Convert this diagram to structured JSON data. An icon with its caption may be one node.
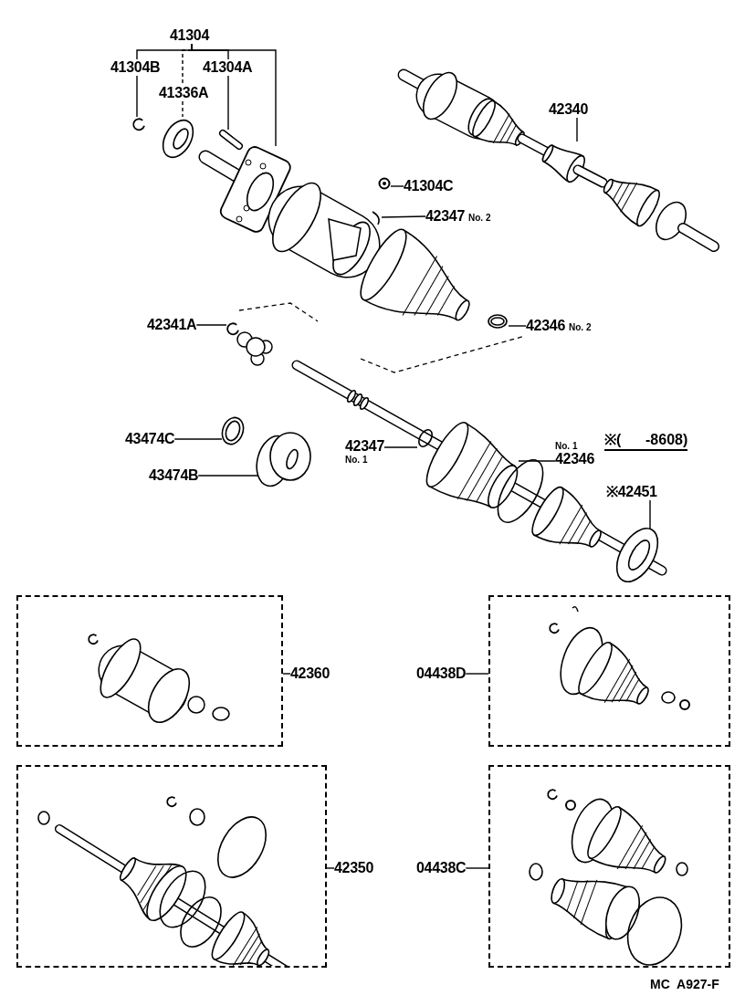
{
  "diagram": {
    "nodes": [
      {
        "text": [
          "41304"
        ]
      },
      {
        "text": [
          "41304B"
        ]
      },
      {
        "text": [
          "41304A"
        ]
      },
      {
        "text": [
          "41336A"
        ]
      },
      {
        "text": [
          "42340"
        ]
      },
      {
        "text": [
          "41304C"
        ]
      },
      {
        "text": [
          "42347",
          "No. 2"
        ]
      },
      {
        "text": [
          "42341A"
        ]
      },
      {
        "text": [
          "42346",
          "No. 2"
        ]
      },
      {
        "text": [
          "43474C"
        ]
      },
      {
        "text": [
          "42347",
          "No. 1"
        ]
      },
      {
        "text": [
          "No. 1",
          "42346"
        ]
      },
      {
        "text": [
          "※42451"
        ]
      },
      {
        "text": [
          "43474B"
        ]
      },
      {
        "text": [],
        "shape": "box"
      },
      {
        "text": [
          "42360"
        ]
      },
      {
        "text": [
          "04438D"
        ]
      },
      {
        "text": [],
        "shape": "box"
      },
      {
        "text": [],
        "shape": "box"
      },
      {
        "text": [
          "42350"
        ]
      },
      {
        "text": [
          "04438C"
        ]
      },
      {
        "text": [],
        "shape": "box"
      },
      {
        "text": [],
        "shape": "picture"
      },
      {
        "text": [],
        "shape": "picture"
      },
      {
        "text": [],
        "shape": "circle"
      }
    ],
    "edges": [
      {
        "from": 0,
        "to": 1,
        "arrow": "none"
      },
      {
        "from": 0,
        "to": 3,
        "arrow": "none",
        "style": "dashed"
      },
      {
        "from": 0,
        "to": 2,
        "arrow": "none"
      },
      {
        "from": 0,
        "to": null,
        "arrow": "none"
      },
      {
        "from": 1,
        "to": null,
        "arrow": "none"
      },
      {
        "from": 3,
        "to": null,
        "arrow": "none",
        "style": "dashed"
      },
      {
        "from": 2,
        "to": null,
        "arrow": "none"
      },
      {
        "from": 4,
        "to": null,
        "arrow": "none"
      },
      {
        "from": 5,
        "to": 22,
        "arrow": "none"
      },
      {
        "from": 6,
        "to": null,
        "arrow": "none"
      },
      {
        "from": 7,
        "to": null,
        "arrow": "none"
      },
      {
        "from": 8,
        "to": 23,
        "arrow": "none"
      },
      {
        "from": 9,
        "to": null,
        "arrow": "none"
      },
      {
        "from": 10,
        "to": 24,
        "arrow": "none"
      },
      {
        "from": 11,
        "to": null,
        "arrow": "none"
      },
      {
        "from": 12,
        "to": null,
        "arrow": "none"
      },
      {
        "from": 13,
        "to": null,
        "arrow": "none"
      },
      {
        "from": 15,
        "to": 14,
        "arrow": "none"
      },
      {
        "from": 16,
        "to": 17,
        "arrow": "none"
      },
      {
        "from": 19,
        "to": 18,
        "arrow": "none"
      },
      {
        "from": 20,
        "to": 21,
        "arrow": "none"
      }
    ],
    "labels": [
      "※(      -8608)",
      "MC  A927-F"
    ]
  }
}
